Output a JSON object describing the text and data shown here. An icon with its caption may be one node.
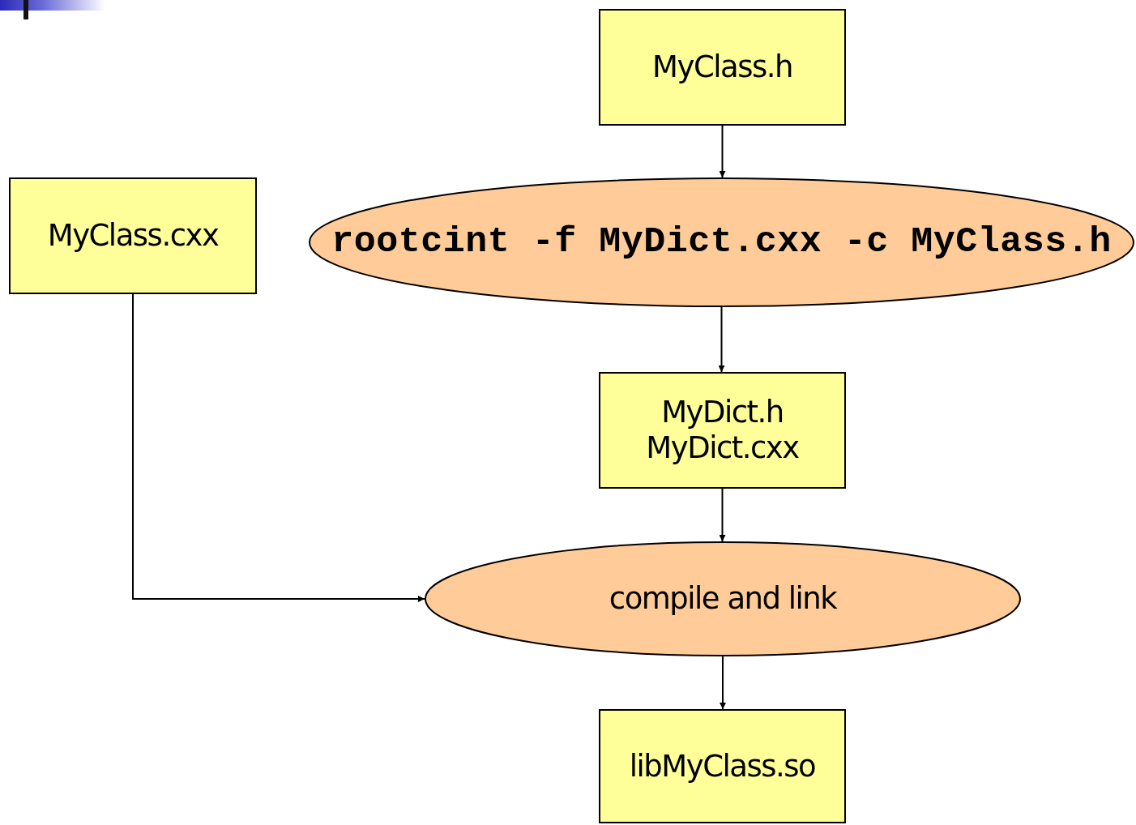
{
  "diagram": {
    "nodes": [
      {
        "text": [
          "MyClass.h"
        ]
      },
      {
        "text": [
          "MyClass.cxx"
        ]
      },
      {
        "text": [
          "rootcint -f MyDict.cxx -c MyClass.h"
        ]
      },
      {
        "text": [
          "MyDict.h",
          "MyDict.cxx"
        ]
      },
      {
        "text": [
          "compile and link"
        ]
      },
      {
        "text": [
          "libMyClass.so"
        ]
      }
    ],
    "edges": [
      {
        "from": 0,
        "to": 2,
        "arrow": "to"
      },
      {
        "from": 1,
        "to": 4,
        "arrow": "to"
      },
      {
        "from": 2,
        "to": 3,
        "arrow": "to"
      },
      {
        "from": 3,
        "to": 4,
        "arrow": "to"
      },
      {
        "from": 4,
        "to": 5,
        "arrow": "to"
      }
    ]
  }
}
